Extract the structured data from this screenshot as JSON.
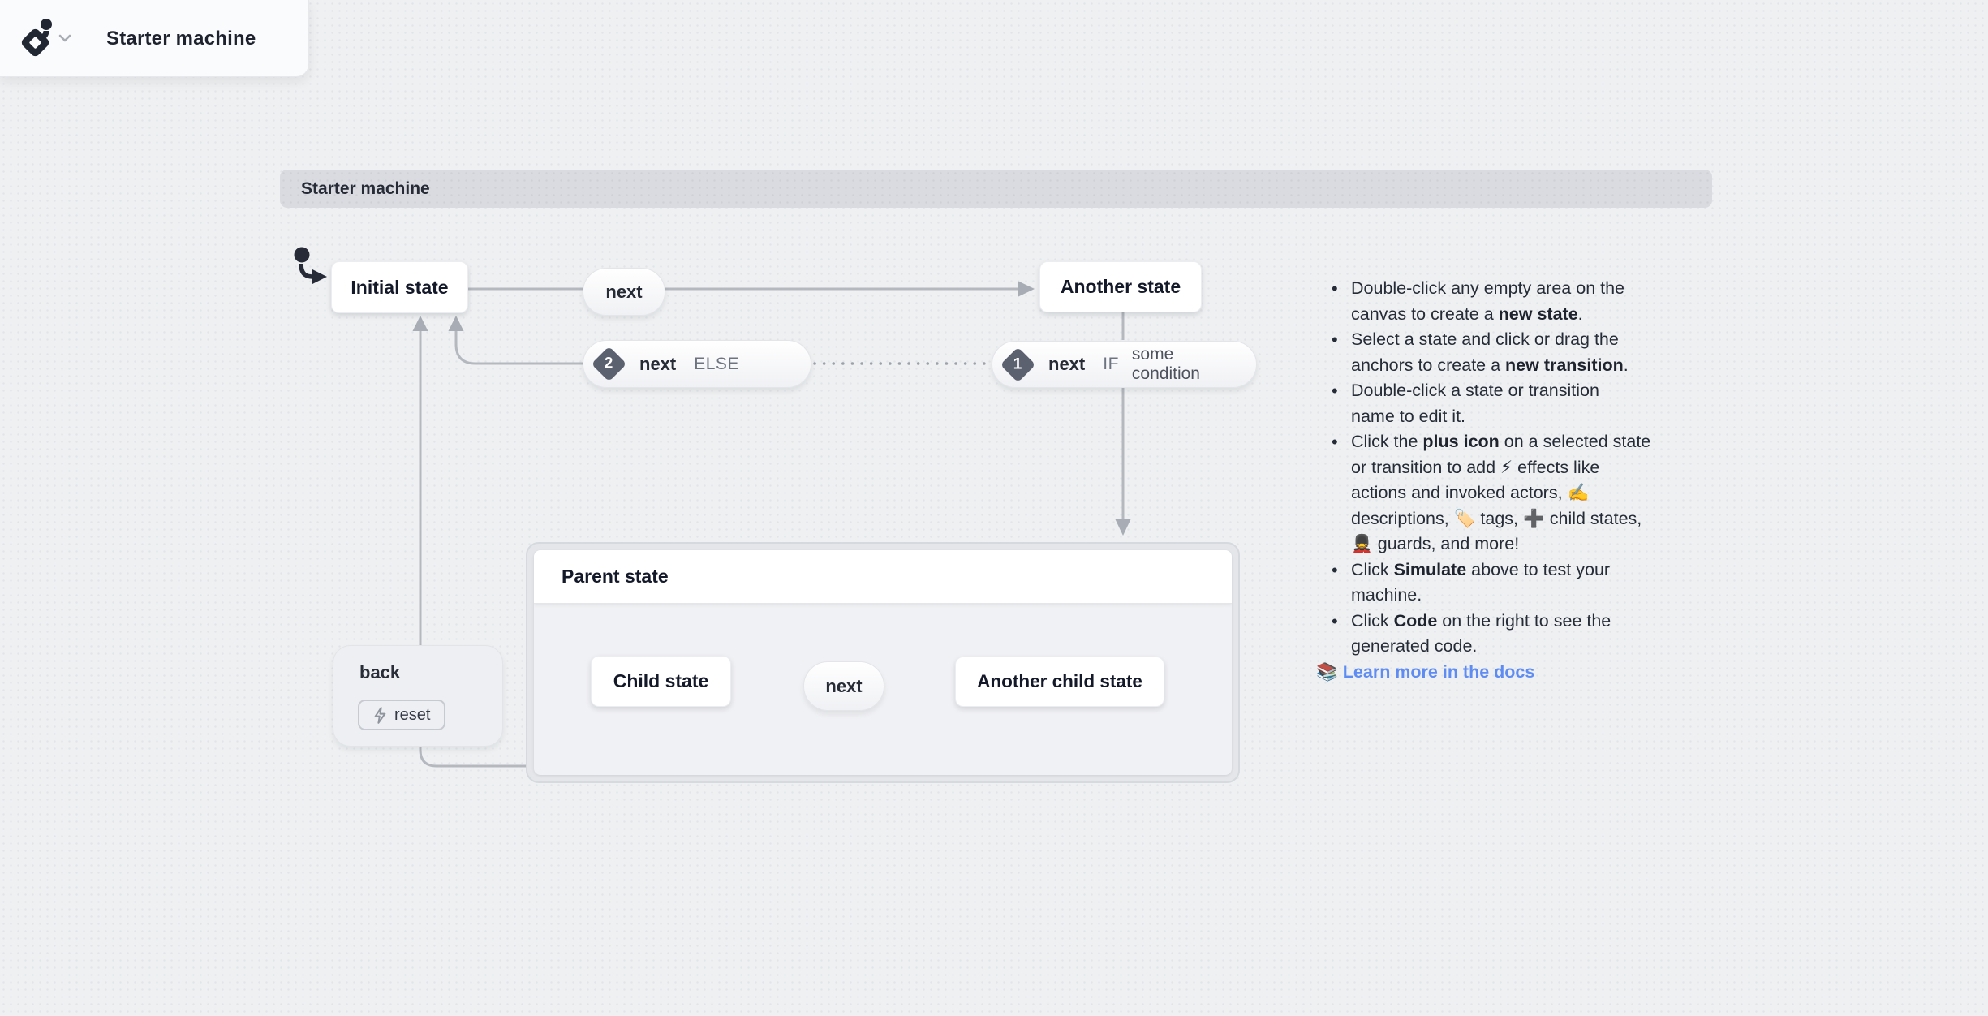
{
  "app": {
    "title": "Starter machine"
  },
  "machine": {
    "title": "Starter machine"
  },
  "states": {
    "initial": {
      "label": "Initial state"
    },
    "another": {
      "label": "Another state"
    },
    "parent": {
      "label": "Parent state"
    },
    "child": {
      "label": "Child state"
    },
    "another_child": {
      "label": "Another child state"
    }
  },
  "transitions": {
    "next_top": {
      "event": "next"
    },
    "next_else": {
      "badge": "2",
      "event": "next",
      "guard_kw": "ELSE"
    },
    "next_if": {
      "badge": "1",
      "event": "next",
      "guard_kw": "IF",
      "guard": "some condition"
    },
    "back": {
      "event": "back",
      "action": "reset"
    },
    "next_child": {
      "event": "next"
    }
  },
  "instructions": {
    "items": [
      [
        [
          {
            "t": "Double-click any empty area on the"
          }
        ],
        [
          {
            "t": "canvas to create a "
          },
          {
            "t": "new state",
            "b": true
          },
          {
            "t": "."
          }
        ]
      ],
      [
        [
          {
            "t": "Select a state and click or drag the"
          }
        ],
        [
          {
            "t": "anchors to create a "
          },
          {
            "t": "new transition",
            "b": true
          },
          {
            "t": "."
          }
        ]
      ],
      [
        [
          {
            "t": "Double-click a state or transition"
          }
        ],
        [
          {
            "t": "name to edit it."
          }
        ]
      ],
      [
        [
          {
            "t": "Click the "
          },
          {
            "t": "plus icon",
            "b": true
          },
          {
            "t": " on a selected state"
          }
        ],
        [
          {
            "t": "or transition to add ⚡ effects like"
          }
        ],
        [
          {
            "t": "actions and invoked actors, ✍️"
          }
        ],
        [
          {
            "t": "descriptions, 🏷️ tags, ➕ child states,"
          }
        ],
        [
          {
            "t": "💂 guards, and more!"
          }
        ]
      ],
      [
        [
          {
            "t": "Click "
          },
          {
            "t": "Simulate",
            "b": true
          },
          {
            "t": " above to test your"
          }
        ],
        [
          {
            "t": "machine."
          }
        ]
      ],
      [
        [
          {
            "t": "Click "
          },
          {
            "t": "Code",
            "b": true
          },
          {
            "t": " on the right to see the"
          }
        ],
        [
          {
            "t": "generated code."
          }
        ]
      ]
    ],
    "link": {
      "emoji": "📚",
      "label": "Learn more in the docs"
    }
  },
  "colors": {
    "canvas": "#eef0f2",
    "machine_bar": "#d9dbe0",
    "edge": "#b5b8bf",
    "arrow": "#a8acb4",
    "badge": "#5c6170",
    "node_text": "#14192a",
    "link": "#5e8cf3",
    "initial_marker": "#262b37"
  }
}
